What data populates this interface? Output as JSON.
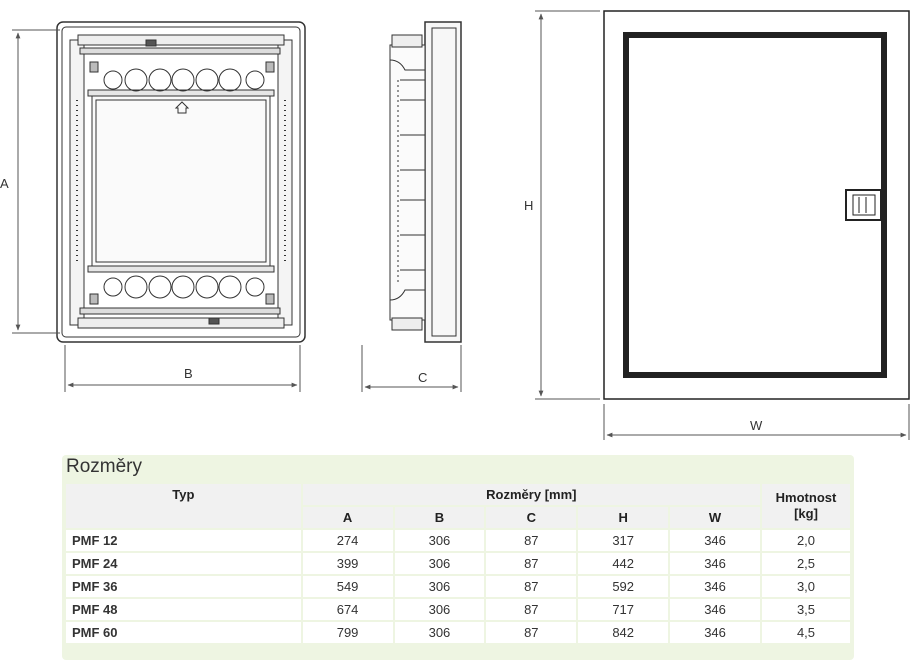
{
  "drawing": {
    "front_labels": {
      "a": "A",
      "b": "B"
    },
    "side_label": "C",
    "door_labels": {
      "h": "H",
      "w": "W"
    }
  },
  "table": {
    "title": "Rozměry",
    "header": {
      "typ": "Typ",
      "rozmery": "Rozměry [mm]",
      "hmotnost": "Hmotnost [kg]",
      "cols": [
        "A",
        "B",
        "C",
        "H",
        "W"
      ]
    },
    "rows": [
      {
        "typ": "PMF 12",
        "a": "274",
        "b": "306",
        "c": "87",
        "h": "317",
        "w": "346",
        "kg": "2,0"
      },
      {
        "typ": "PMF 24",
        "a": "399",
        "b": "306",
        "c": "87",
        "h": "442",
        "w": "346",
        "kg": "2,5"
      },
      {
        "typ": "PMF 36",
        "a": "549",
        "b": "306",
        "c": "87",
        "h": "592",
        "w": "346",
        "kg": "3,0"
      },
      {
        "typ": "PMF 48",
        "a": "674",
        "b": "306",
        "c": "87",
        "h": "717",
        "w": "346",
        "kg": "3,5"
      },
      {
        "typ": "PMF 60",
        "a": "799",
        "b": "306",
        "c": "87",
        "h": "842",
        "w": "346",
        "kg": "4,5"
      }
    ]
  }
}
